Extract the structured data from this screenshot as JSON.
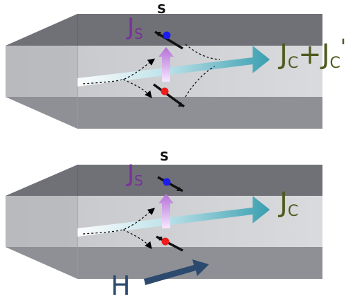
{
  "colors": {
    "jc_text": "#4d5a1e",
    "js_text": "#7a2f9c",
    "h_color": "#2b4a6e",
    "spin_blue": "#1c1cf0",
    "spin_red": "#ee1c1c",
    "flow_arrow": "#3a9fb0",
    "spin_arrow": "#b46fd6",
    "box_dark": "#6f7176",
    "box_mid": "#a3a5aa",
    "box_light": "#c8cacd"
  },
  "panels": [
    {
      "id": "top",
      "js_label": "J",
      "js_sub": "S",
      "s_label": "S",
      "jc_label": "J",
      "jc_sub": "C",
      "jc_extra": "+J",
      "jc_extra_sub": "C",
      "jc_prime": "'"
    },
    {
      "id": "bottom",
      "js_label": "J",
      "js_sub": "S",
      "s_label": "S",
      "jc_label": "J",
      "jc_sub": "C",
      "h_label": "H"
    }
  ]
}
